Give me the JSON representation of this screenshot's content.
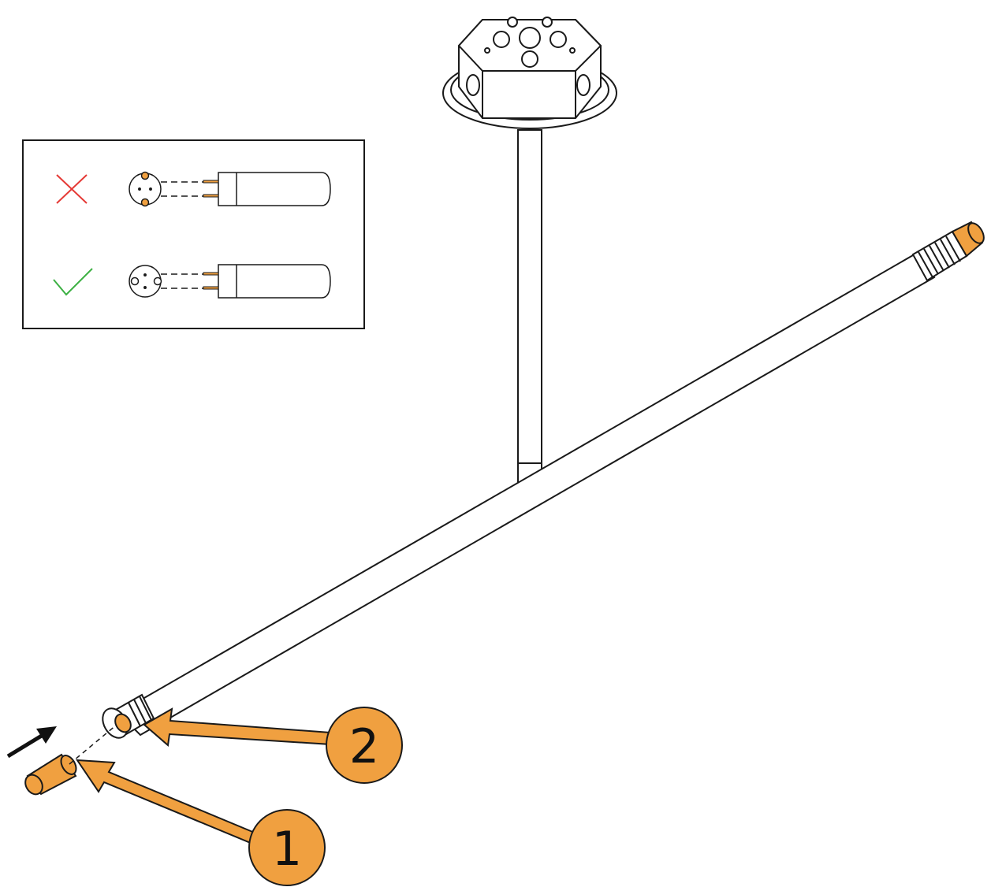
{
  "callouts": [
    {
      "label": "1"
    },
    {
      "label": "2"
    }
  ],
  "inset": {
    "rows": [
      {
        "status": "incorrect",
        "symbol": "cross-icon"
      },
      {
        "status": "correct",
        "symbol": "check-icon"
      }
    ]
  },
  "colors": {
    "accent_orange": "#f0a040",
    "outline": "#1a1a1a",
    "incorrect_red": "#e53935",
    "correct_green": "#3cb043"
  }
}
